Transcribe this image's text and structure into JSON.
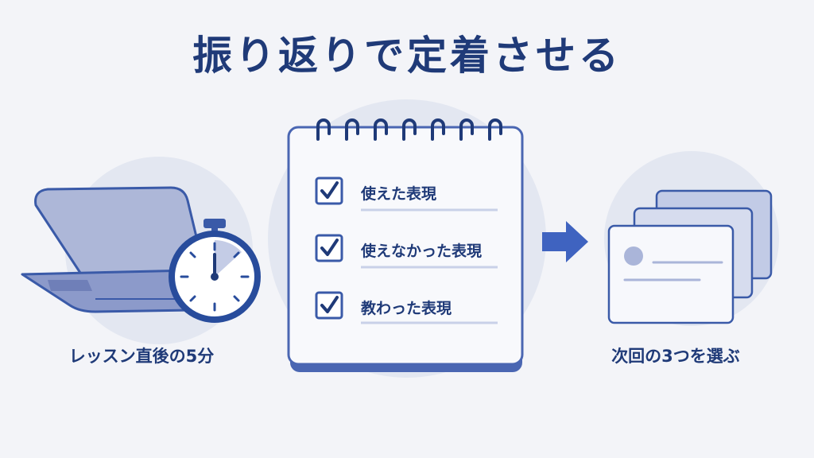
{
  "title": "振り返りで定着させる",
  "left_caption": "レッスン直後の5分",
  "right_caption": "次回の3つを選ぶ",
  "checklist": [
    "使えた表現",
    "使えなかった表現",
    "教わった表現"
  ],
  "colors": {
    "primary": "#1f3a78",
    "accent": "#3f63c0",
    "light": "#c9d1e8",
    "background": "#f3f4f8"
  }
}
